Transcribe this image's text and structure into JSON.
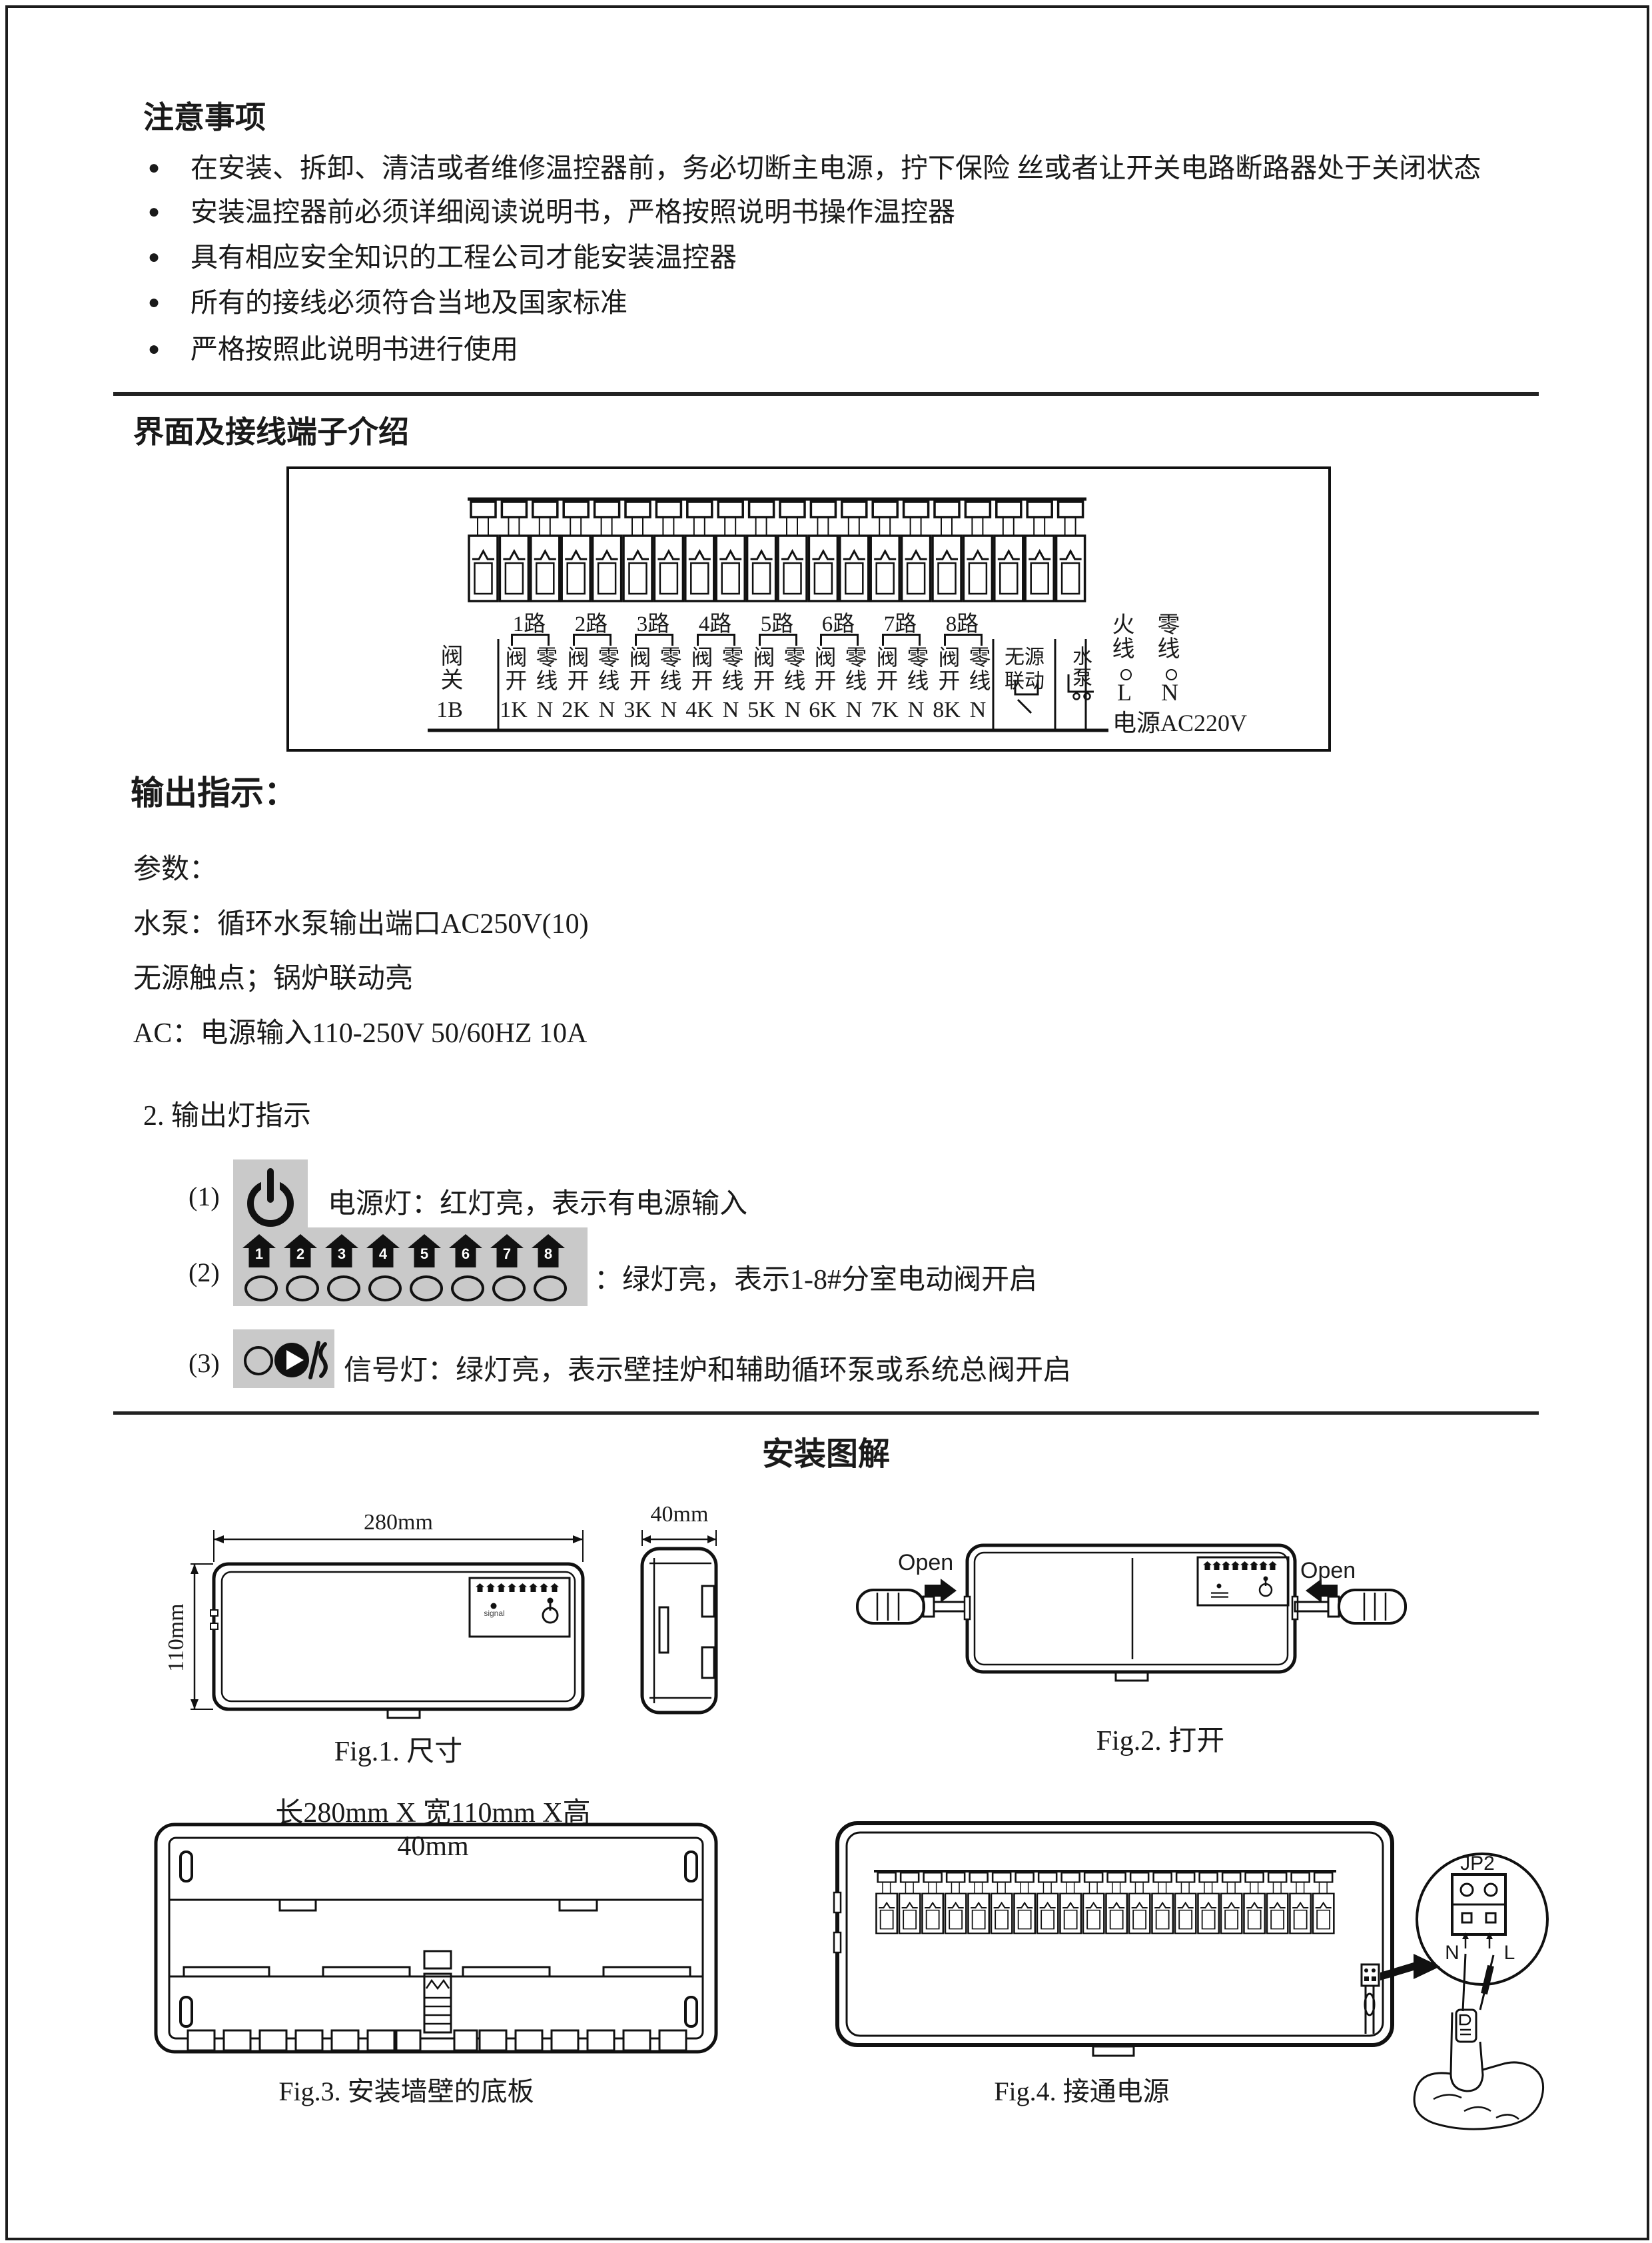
{
  "precautions": {
    "title": "注意事项",
    "items": [
      "在安装、拆卸、清洁或者维修温控器前，务必切断主电源，拧下保险 丝或者让开关电路断路器处于关闭状态",
      "安装温控器前必须详细阅读说明书，严格按照说明书操作温控器",
      "具有相应安全知识的工程公司才能安装温控器",
      "所有的接线必须符合当地及国家标准",
      "严格按照此说明书进行使用"
    ]
  },
  "terminal_diagram": {
    "section_title": "界面及接线端子介绍",
    "valve_close_label": "阀关",
    "valve_close_id": "1B",
    "channels": [
      {
        "route": "1路",
        "open": "阀开",
        "neutral": "零线",
        "open_id": "1K",
        "neutral_id": "N"
      },
      {
        "route": "2路",
        "open": "阀开",
        "neutral": "零线",
        "open_id": "2K",
        "neutral_id": "N"
      },
      {
        "route": "3路",
        "open": "阀开",
        "neutral": "零线",
        "open_id": "3K",
        "neutral_id": "N"
      },
      {
        "route": "4路",
        "open": "阀开",
        "neutral": "零线",
        "open_id": "4K",
        "neutral_id": "N"
      },
      {
        "route": "5路",
        "open": "阀开",
        "neutral": "零线",
        "open_id": "5K",
        "neutral_id": "N"
      },
      {
        "route": "6路",
        "open": "阀开",
        "neutral": "零线",
        "open_id": "6K",
        "neutral_id": "N"
      },
      {
        "route": "7路",
        "open": "阀开",
        "neutral": "零线",
        "open_id": "7K",
        "neutral_id": "N"
      },
      {
        "route": "8路",
        "open": "阀开",
        "neutral": "零线",
        "open_id": "8K",
        "neutral_id": "N"
      }
    ],
    "dry_contact_line1": "无源",
    "dry_contact_line2": "联动",
    "pump_label": "水泵",
    "live_label": "火线",
    "live_terminal": "L",
    "neutral_label": "零线",
    "neutral_terminal": "N",
    "power_label": "电源AC220V"
  },
  "output": {
    "title": "输出指示：",
    "param_lines": [
      "参数：",
      "水泵：循环水泵输出端口AC250V(10)",
      "无源触点；锅炉联动亮",
      "AC：电源输入110-250V  50/60HZ 10A"
    ],
    "lamp_title": "2. 输出灯指示",
    "item1_no": "(1)",
    "item1_text": "电源灯：红灯亮，表示有电源输入",
    "item2_no": "(2)",
    "item2_text": "：绿灯亮，表示1-8#分室电动阀开启",
    "zones": [
      "1",
      "2",
      "3",
      "4",
      "5",
      "6",
      "7",
      "8"
    ],
    "item3_no": "(3)",
    "item3_text": "信号灯：绿灯亮，表示壁挂炉和辅助循环泵或系统总阀开启"
  },
  "install": {
    "title": "安装图解",
    "fig1": {
      "caption": "Fig.1. 尺寸",
      "dim_width": "280mm",
      "dim_height": "110mm",
      "dim_depth": "40mm",
      "size_line": "长280mm X 宽110mm X高40mm",
      "signal_label": "signal"
    },
    "fig2": {
      "caption": "Fig.2. 打开",
      "open_left": "Open",
      "open_right": "Open"
    },
    "fig3": {
      "caption": "Fig.3. 安装墙壁的底板"
    },
    "fig4": {
      "caption": "Fig.4. 接通电源",
      "connector_label": "JP2",
      "neutral": "N",
      "live": "L"
    }
  }
}
